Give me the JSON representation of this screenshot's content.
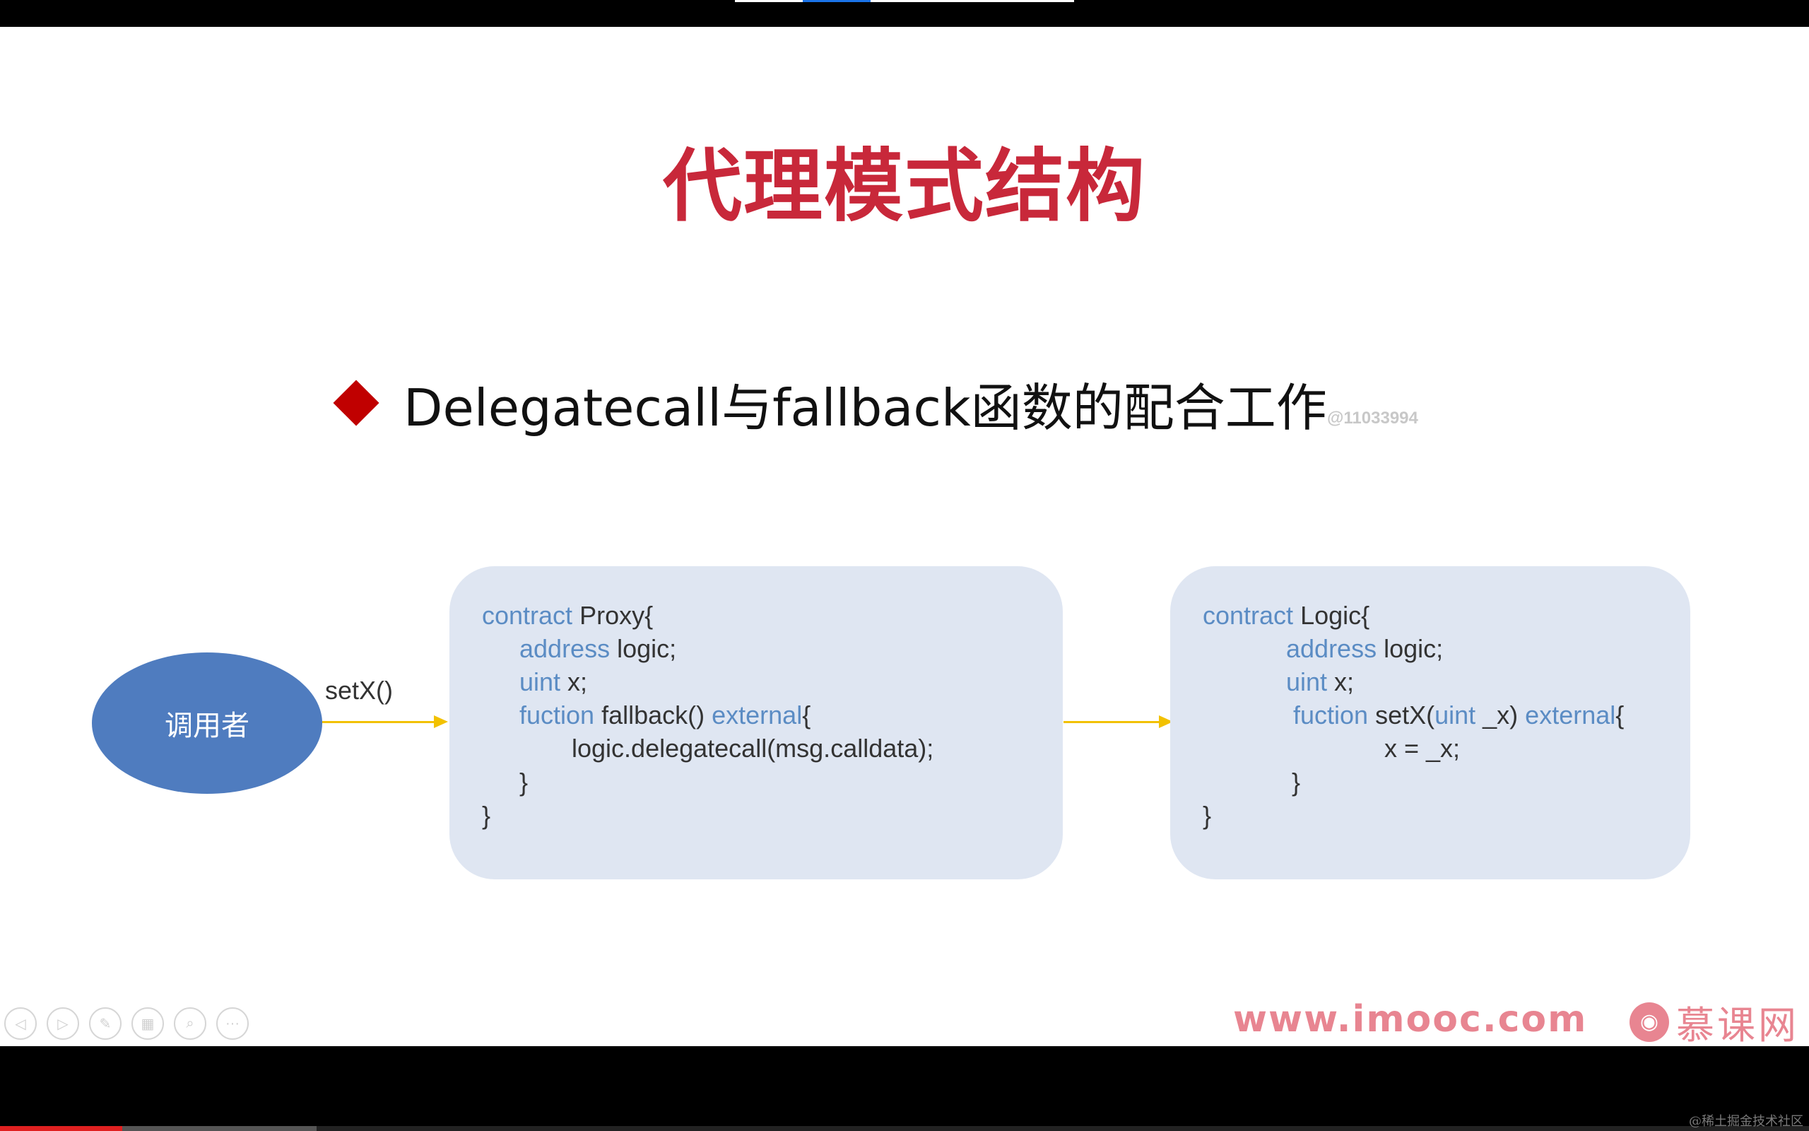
{
  "slide": {
    "title": "代理模式结构",
    "bullet": "Delegatecall与fallback函数的配合工作",
    "watermark": "@11033994"
  },
  "diagram": {
    "caller_label": "调用者",
    "call_label": "setX()",
    "proxy_code": {
      "l1_kw": "contract",
      "l1_rest": " Proxy{",
      "l2_kw": "address",
      "l2_rest": " logic;",
      "l3_kw": "uint",
      "l3_rest": " x;",
      "l4_kw": "fuction",
      "l4_mid": " fallback() ",
      "l4_kw2": "external",
      "l4_rest": "{",
      "l5": "logic.delegatecall(msg.calldata);",
      "l6": "}",
      "l7": "}"
    },
    "logic_code": {
      "l1_kw": "contract",
      "l1_rest": " Logic{",
      "l2_kw": "address",
      "l2_rest": " logic;",
      "l3_kw": "uint",
      "l3_rest": " x;",
      "l4_kw": "fuction",
      "l4_mid": " setX(",
      "l4_kw2": "uint",
      "l4_mid2": " _x) ",
      "l4_kw3": "external",
      "l4_rest": "{",
      "l5": "x = _x;",
      "l6": "}",
      "l7": "}"
    }
  },
  "controls": {
    "items": [
      "prev-icon",
      "next-icon",
      "pen-icon",
      "slides-icon",
      "zoom-icon",
      "more-icon"
    ],
    "glyphs": [
      "◁",
      "▷",
      "✎",
      "▦",
      "⌕",
      "···"
    ]
  },
  "branding": {
    "url": "www.imooc.com",
    "logo_glyph": "◉",
    "logo_text": "慕课网",
    "community": "@稀土掘金技术社区"
  },
  "player": {
    "played_fraction": 0.068,
    "buffered_fraction": 0.175
  },
  "colors": {
    "title": "#c8283a",
    "keyword": "#5b8cc4",
    "caller": "#4f7cbf",
    "box": "#dfe6f2",
    "arrow": "#f2c100",
    "brand": "#e88591"
  }
}
